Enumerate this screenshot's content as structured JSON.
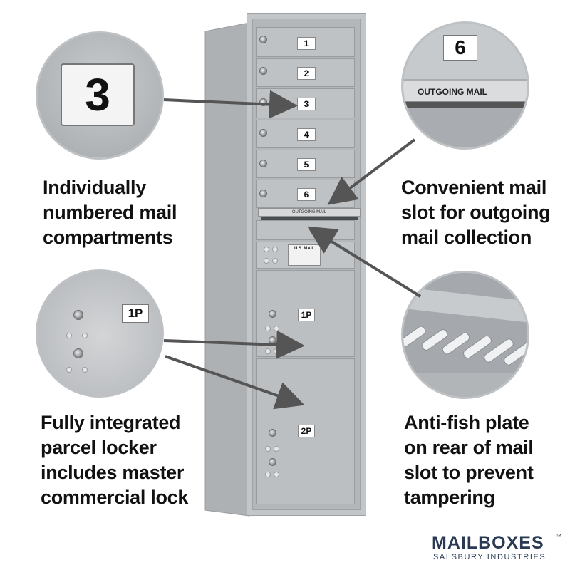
{
  "doors": [
    "1",
    "2",
    "3",
    "4",
    "5",
    "6"
  ],
  "outgoing_label": "OUTGOING MAIL",
  "usmail_label": "U.S. MAIL",
  "parcel_doors": [
    "1P",
    "2P"
  ],
  "zoom_numbered": "3",
  "zoom_outgoing_number": "6",
  "zoom_outgoing_label": "OUTGOING MAIL",
  "zoom_parcel": "1P",
  "captions": {
    "numbered": [
      "Individually",
      "numbered mail",
      "compartments"
    ],
    "outgoing": [
      "Convenient mail",
      "slot for outgoing",
      "mail collection"
    ],
    "parcel": [
      "Fully integrated",
      "parcel locker",
      "includes master",
      "commercial lock"
    ],
    "antifish": [
      "Anti-fish plate",
      "on rear of mail",
      "slot to prevent",
      "tampering"
    ]
  },
  "logo": {
    "main": "MAILBOXES",
    "sub": "SALSBURY INDUSTRIES",
    "tm": "™"
  },
  "colors": {
    "aluminum": "#b9bcbf",
    "arrow": "#555555",
    "logo": "#2a3a55"
  }
}
